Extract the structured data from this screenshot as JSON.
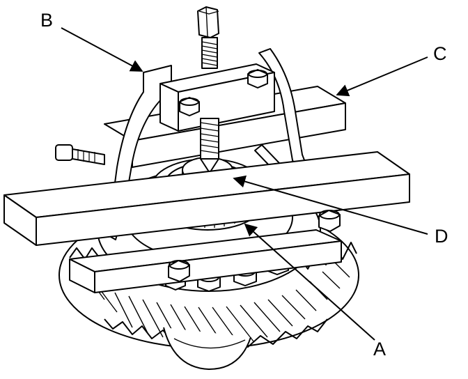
{
  "callouts": {
    "a": "A",
    "b": "B",
    "c": "C",
    "d": "D"
  },
  "colors": {
    "ink": "#000000",
    "paper": "#ffffff",
    "shade": "#d8d8d8"
  },
  "icons": {
    "diagram": "bearing-puller-on-differential"
  }
}
